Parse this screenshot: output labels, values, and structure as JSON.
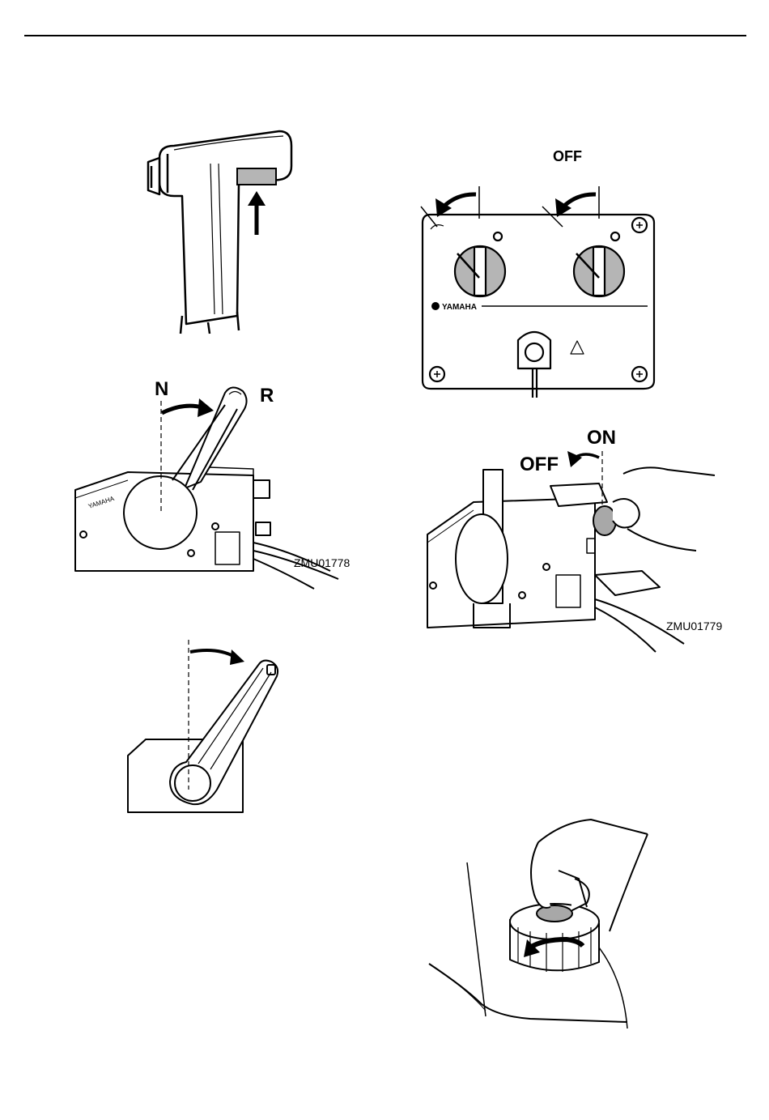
{
  "figures": {
    "throttle_handle": {},
    "shift_lever_NR": {
      "label_n": "N",
      "label_r": "R",
      "brand": "YAMAHA",
      "code": "ZMU01778"
    },
    "lever_rotate": {},
    "switch_panel": {
      "label_off": "OFF",
      "brand": "YAMAHA"
    },
    "main_switch_key": {
      "label_on": "ON",
      "label_off": "OFF",
      "code": "ZMU01779"
    },
    "fuel_cap": {}
  },
  "colors": {
    "ink": "#000000",
    "paper": "#ffffff",
    "knob_gray": "#b5b5b5",
    "cap_gray": "#a8a8a8"
  }
}
